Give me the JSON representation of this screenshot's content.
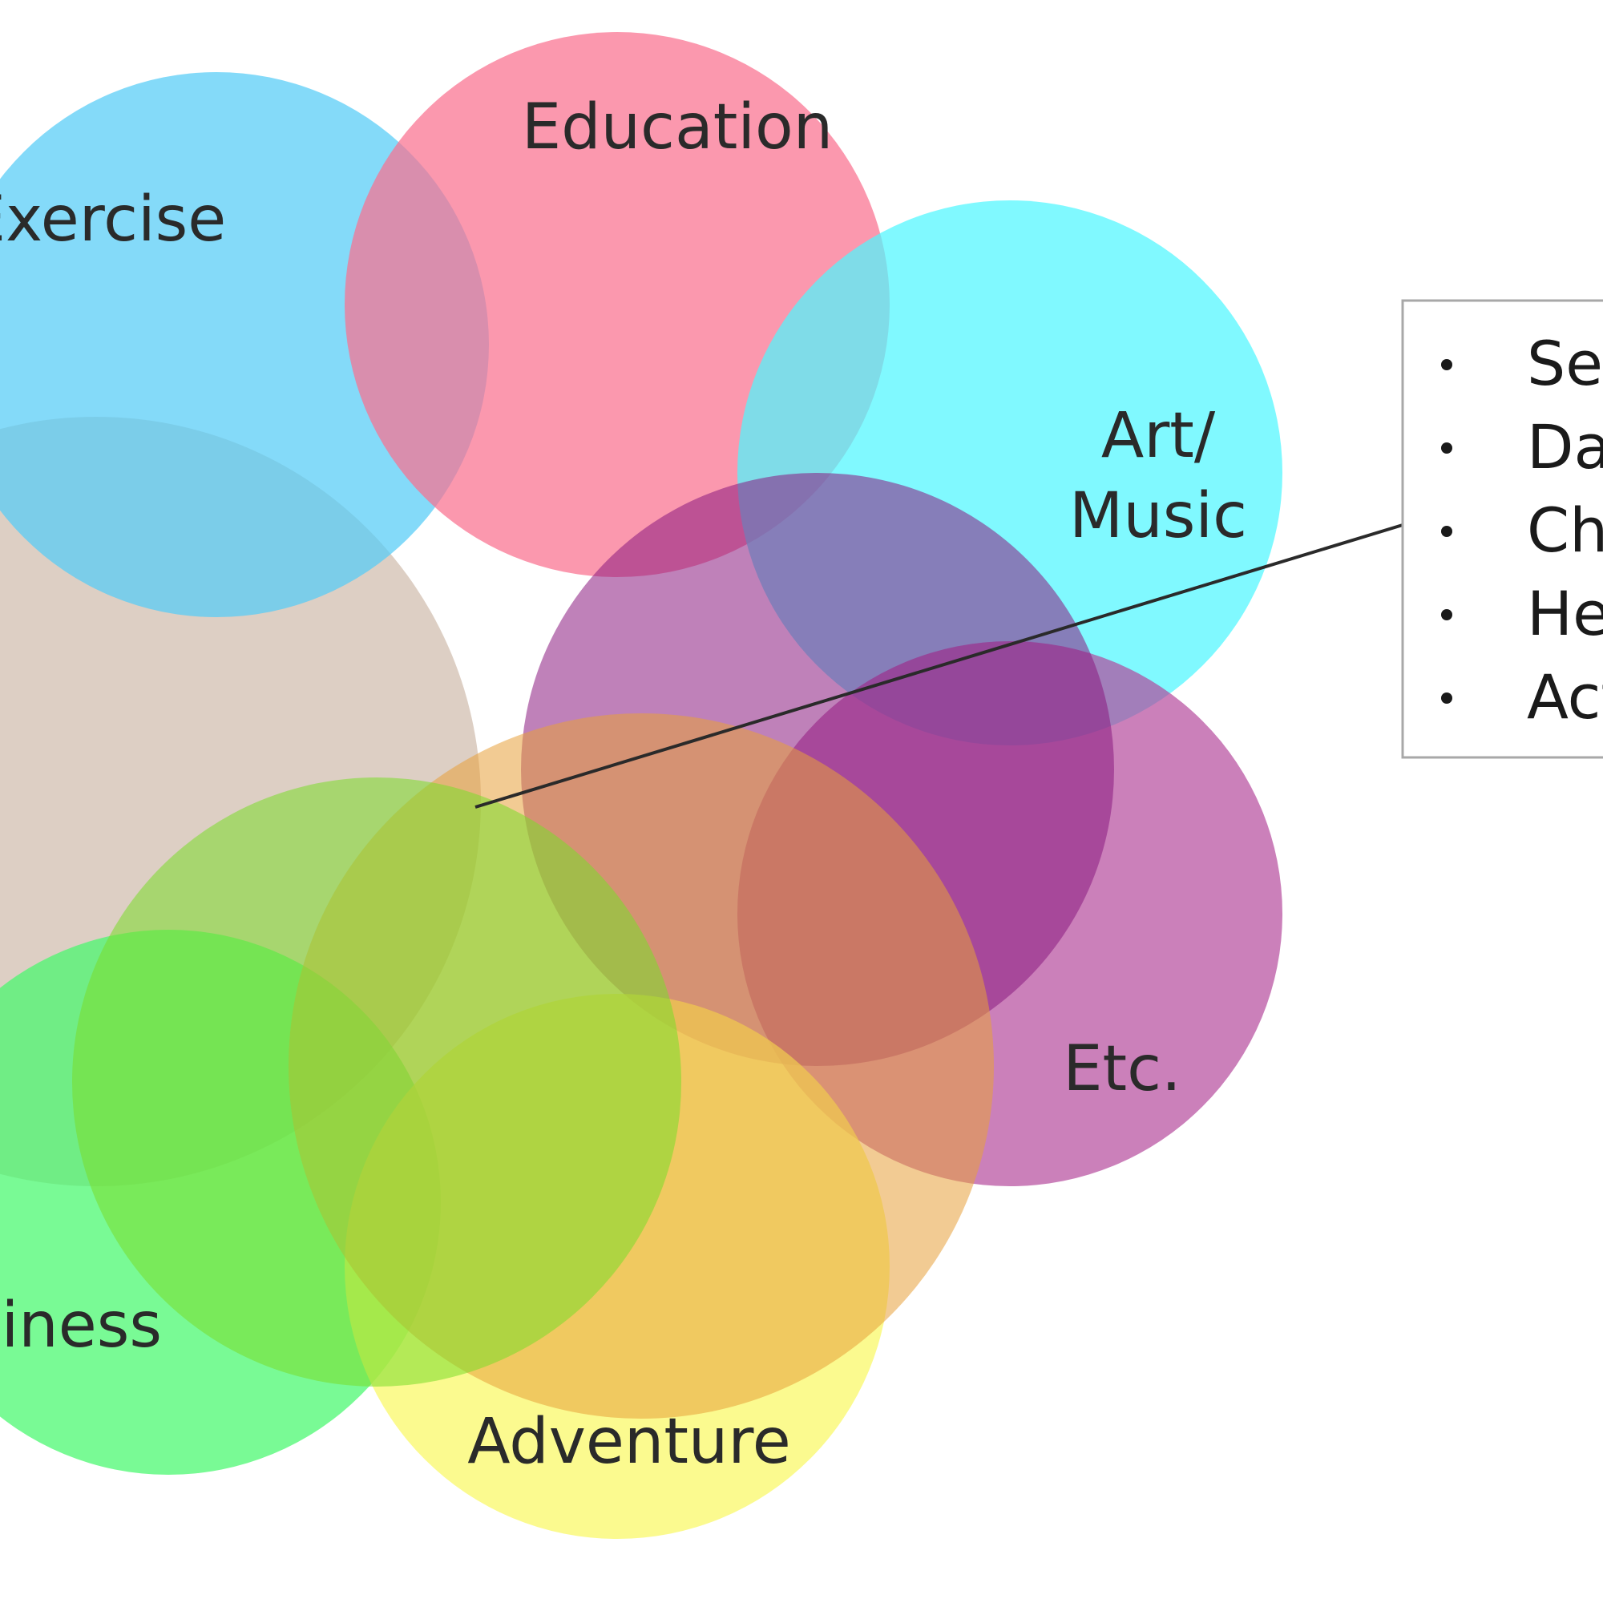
{
  "diagram": {
    "circles": [
      {
        "id": "exercise",
        "label": "Exercise",
        "color": "#55ccf7"
      },
      {
        "id": "education",
        "label": "Education",
        "color": "#f9708f"
      },
      {
        "id": "art_music",
        "label": "Art/\nMusic",
        "color": "#4ff7ff"
      },
      {
        "id": "etc",
        "label": "Etc.",
        "color": "#b3449a"
      },
      {
        "id": "adventure",
        "label": "Adventure",
        "color": "#faf86a"
      },
      {
        "id": "business",
        "label": "Business",
        "color": "#45f86c"
      },
      {
        "id": "purple",
        "label": "",
        "color": "#8a1a80"
      },
      {
        "id": "orange",
        "label": "",
        "color": "#e8a03a"
      },
      {
        "id": "green",
        "label": "",
        "color": "#7adc2a"
      },
      {
        "id": "taupe",
        "label": "",
        "color": "#c1a794"
      }
    ],
    "callout": {
      "items": [
        "Sel",
        "Da",
        "Ch",
        "He",
        "Act"
      ]
    }
  }
}
